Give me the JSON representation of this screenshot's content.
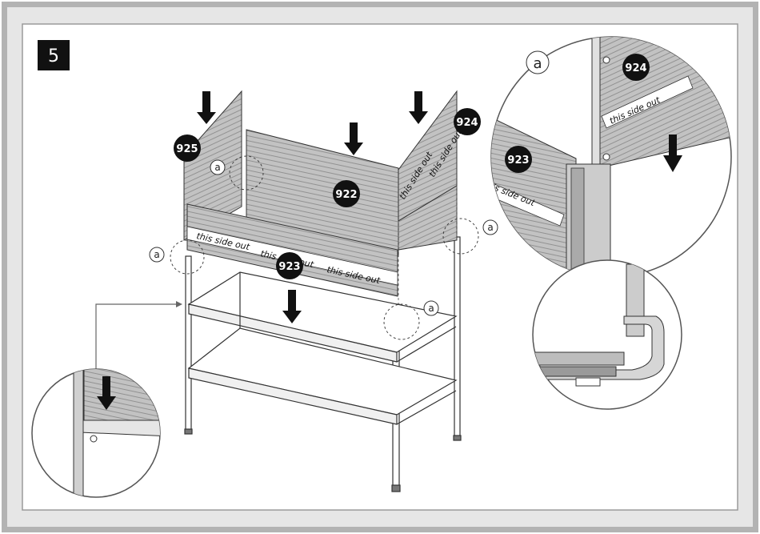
{
  "step": {
    "number": "5"
  },
  "parts": {
    "p925": "925",
    "p922": "922",
    "p923": "923",
    "p924": "924"
  },
  "labels": {
    "detail": "a",
    "panel_text": "this side out"
  },
  "colors": {
    "panel_fill": "#bdbdbd",
    "callout_fill": "#111111",
    "frame_outer": "#9a9a9a",
    "frame_inner": "#cfcfcf"
  },
  "icons": [
    "down-arrow-icon",
    "detail-circle-marker"
  ]
}
